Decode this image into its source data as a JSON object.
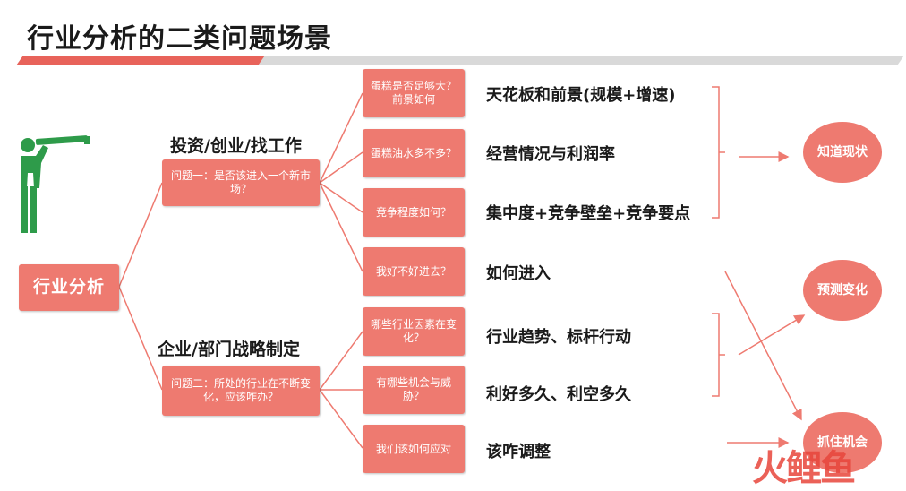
{
  "title": "行业分析的二类问题场景",
  "root": "行业分析",
  "scenarios": [
    {
      "label": "投资/创业/找工作",
      "question": "问题一：是否该进入一个新市场？"
    },
    {
      "label": "企业/部门战略制定",
      "question": "问题二：所处的行业在不断变化，应该咋办？"
    }
  ],
  "questions": [
    {
      "text": "蛋糕是否足够大？前景如何",
      "answer": "天花板和前景(规模+增速)"
    },
    {
      "text": "蛋糕油水多不多？",
      "answer": "经营情况与利润率"
    },
    {
      "text": "竞争程度如何？",
      "answer": "集中度+竞争壁垒+竞争要点"
    },
    {
      "text": "我好不好进去？",
      "answer": "如何进入"
    },
    {
      "text": "哪些行业因素在变化？",
      "answer": "行业趋势、标杆行动"
    },
    {
      "text": "有哪些机会与威胁？",
      "answer": "利好多久、利空多久"
    },
    {
      "text": "我们该如何应对",
      "answer": "该咋调整"
    }
  ],
  "outcomes": [
    "知道现状",
    "预测变化",
    "抓住机会"
  ],
  "watermark": "火鲤鱼",
  "colors": {
    "accent": "#ee7a70",
    "figure": "#2e9b4a",
    "line": "#ee7a70"
  }
}
